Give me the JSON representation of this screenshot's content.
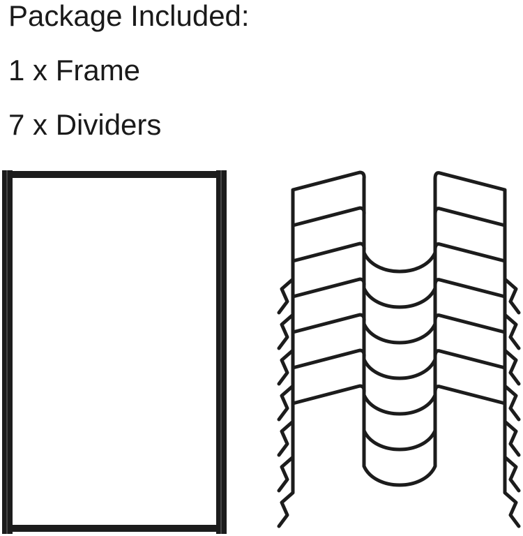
{
  "package": {
    "heading": "Package Included:",
    "items": [
      {
        "label": "1 x Frame"
      },
      {
        "label": "7 x Dividers"
      }
    ]
  },
  "product": {
    "frame_count": 1,
    "divider_count": 7,
    "color": "#1c1c1c"
  }
}
